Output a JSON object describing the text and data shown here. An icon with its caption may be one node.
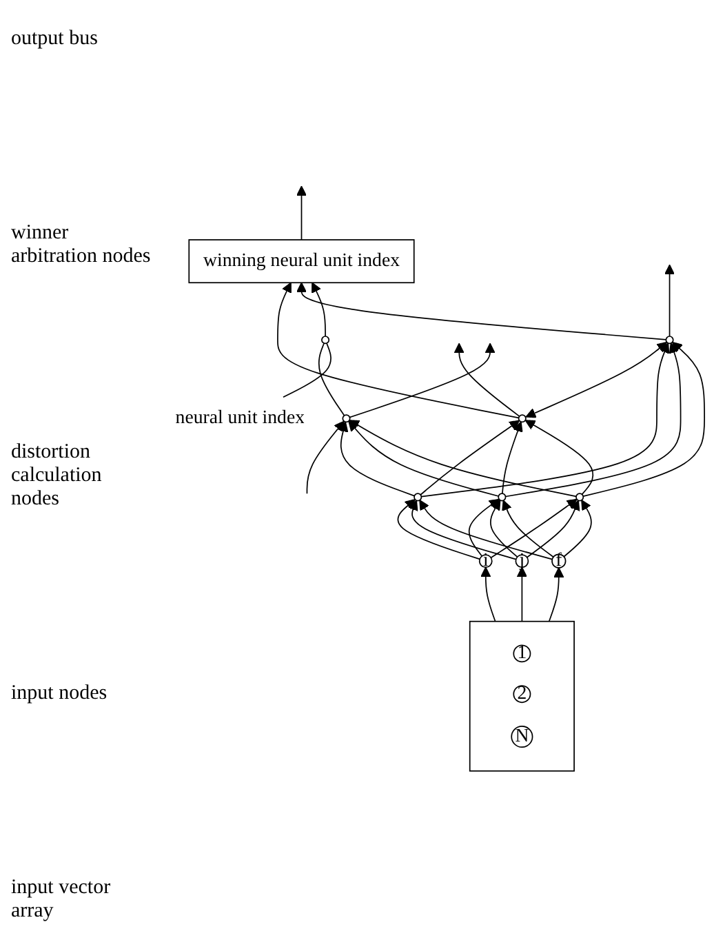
{
  "diagram": {
    "nodes": [
      {
        "text": [
          "winning neural unit index"
        ]
      },
      {
        "text": [
          "neural unit index"
        ]
      },
      {
        "text": [],
        "shape": "circle"
      },
      {
        "text": [],
        "shape": "circle"
      },
      {
        "text": [],
        "shape": "circle"
      },
      {
        "text": [],
        "shape": "circle"
      },
      {
        "text": [],
        "shape": "circle"
      },
      {
        "text": [],
        "shape": "circle"
      },
      {
        "text": [],
        "shape": "circle"
      },
      {
        "text": [
          "i"
        ]
      },
      {
        "text": [
          "j"
        ]
      },
      {
        "text": [
          "f"
        ]
      },
      {
        "text": [],
        "shape": "box"
      },
      {
        "text": [
          "1"
        ],
        "in": 12
      },
      {
        "text": [
          "2"
        ],
        "in": 12
      },
      {
        "text": [
          "N"
        ],
        "in": 12
      }
    ],
    "edges": [
      {
        "from": 0,
        "to": null,
        "arrow": "to"
      },
      {
        "from": 3,
        "to": 0,
        "arrow": "to"
      },
      {
        "from": 4,
        "to": 0,
        "arrow": "to"
      },
      {
        "from": 5,
        "to": 2,
        "arrow": "none"
      },
      {
        "from": 2,
        "to": 0,
        "arrow": "to"
      },
      {
        "from": 1,
        "to": 2,
        "arrow": "none"
      },
      {
        "from": 3,
        "to": null,
        "arrow": "to"
      },
      {
        "from": 3,
        "to": 4,
        "arrow": "both"
      },
      {
        "from": 4,
        "to": null,
        "arrow": "to"
      },
      {
        "from": null,
        "to": 5,
        "arrow": "to"
      },
      {
        "from": 5,
        "to": null,
        "arrow": "to"
      },
      {
        "from": 6,
        "to": 3,
        "arrow": "to"
      },
      {
        "from": 6,
        "to": 4,
        "arrow": "to"
      },
      {
        "from": 6,
        "to": 5,
        "arrow": "to"
      },
      {
        "from": 7,
        "to": 3,
        "arrow": "to"
      },
      {
        "from": 7,
        "to": 4,
        "arrow": "to"
      },
      {
        "from": 7,
        "to": 5,
        "arrow": "to"
      },
      {
        "from": 8,
        "to": 3,
        "arrow": "to"
      },
      {
        "from": 8,
        "to": 4,
        "arrow": "to"
      },
      {
        "from": 8,
        "to": 5,
        "arrow": "to"
      },
      {
        "from": 9,
        "to": 6,
        "arrow": "to"
      },
      {
        "from": 9,
        "to": 7,
        "arrow": "to"
      },
      {
        "from": 9,
        "to": 8,
        "arrow": "to"
      },
      {
        "from": 10,
        "to": 6,
        "arrow": "to"
      },
      {
        "from": 10,
        "to": 7,
        "arrow": "to"
      },
      {
        "from": 10,
        "to": 8,
        "arrow": "to"
      },
      {
        "from": 11,
        "to": 6,
        "arrow": "to"
      },
      {
        "from": 11,
        "to": 7,
        "arrow": "to"
      },
      {
        "from": 11,
        "to": 8,
        "arrow": "to"
      },
      {
        "from": 12,
        "to": 9,
        "arrow": "to"
      },
      {
        "from": 12,
        "to": 10,
        "arrow": "to"
      },
      {
        "from": 12,
        "to": 11,
        "arrow": "to"
      }
    ],
    "labels": [
      "output bus",
      "winner arbitration nodes",
      "distortion calculation nodes",
      "input nodes",
      "input vector array"
    ]
  }
}
